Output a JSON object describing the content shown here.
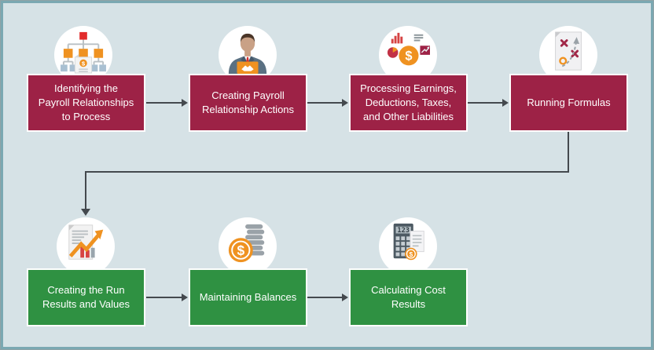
{
  "diagram": {
    "type": "flowchart",
    "background": "#d6e2e6",
    "frame_color": "#7ba8b2",
    "phase_colors": {
      "top_row": "#9d2246",
      "bottom_row": "#2f9142"
    },
    "arrow_color": "#44494e",
    "steps": [
      {
        "id": 1,
        "row": "top",
        "label": "Identifying the\nPayroll Relationships\nto Process",
        "icon": "org-chart-icon"
      },
      {
        "id": 2,
        "row": "top",
        "label": "Creating Payroll\nRelationship Actions",
        "icon": "businessman-icon"
      },
      {
        "id": 3,
        "row": "top",
        "label": "Processing Earnings,\nDeductions, Taxes,\nand Other Liabilities",
        "icon": "finance-charts-icon"
      },
      {
        "id": 4,
        "row": "top",
        "label": "Running Formulas",
        "icon": "strategy-plan-icon"
      },
      {
        "id": 5,
        "row": "bottom",
        "label": "Creating the Run\nResults and Values",
        "icon": "report-growth-icon"
      },
      {
        "id": 6,
        "row": "bottom",
        "label": "Maintaining Balances",
        "icon": "coin-stack-icon"
      },
      {
        "id": 7,
        "row": "bottom",
        "label": "Calculating Cost\nResults",
        "icon": "calculator-icon"
      }
    ],
    "glyphs": {
      "dollar": "$",
      "calculator_display": "123"
    }
  }
}
